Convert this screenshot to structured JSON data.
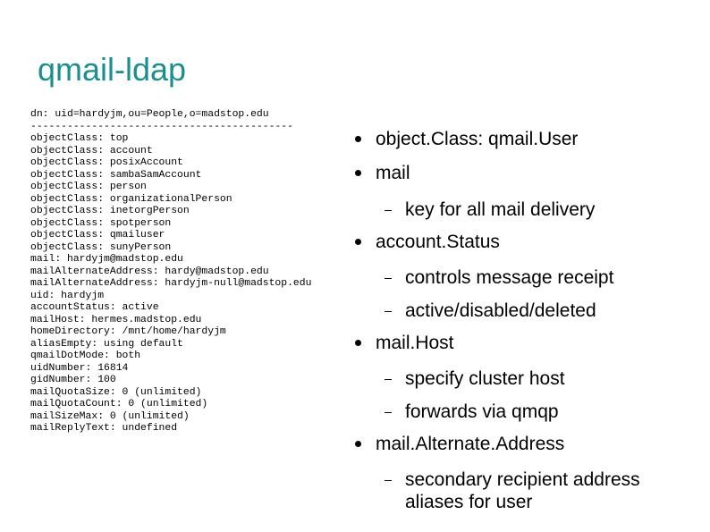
{
  "title": "qmail-ldap",
  "ldif_lines": [
    "dn: uid=hardyjm,ou=People,o=madstop.edu",
    "-------------------------------------------",
    "objectClass: top",
    "objectClass: account",
    "objectClass: posixAccount",
    "objectClass: sambaSamAccount",
    "objectClass: person",
    "objectClass: organizationalPerson",
    "objectClass: inetorgPerson",
    "objectClass: spotperson",
    "objectClass: qmailuser",
    "objectClass: sunyPerson",
    "mail: hardyjm@madstop.edu",
    "mailAlternateAddress: hardy@madstop.edu",
    "mailAlternateAddress: hardyjm-null@madstop.edu",
    "uid: hardyjm",
    "accountStatus: active",
    "mailHost: hermes.madstop.edu",
    "homeDirectory: /mnt/home/hardyjm",
    "aliasEmpty: using default",
    "qmailDotMode: both",
    "uidNumber: 16814",
    "gidNumber: 100",
    "mailQuotaSize: 0 (unlimited)",
    "mailQuotaCount: 0 (unlimited)",
    "mailSizeMax: 0 (unlimited)",
    "mailReplyText: undefined"
  ],
  "bullets": [
    {
      "text": "object.Class: qmail.User",
      "subs": []
    },
    {
      "text": "mail",
      "subs": [
        "key for all mail delivery"
      ]
    },
    {
      "text": "account.Status",
      "subs": [
        "controls message receipt",
        "active/disabled/deleted"
      ]
    },
    {
      "text": "mail.Host",
      "subs": [
        "specify cluster host",
        "forwards via qmqp"
      ]
    },
    {
      "text": "mail.Alternate.Address",
      "subs": [
        "secondary recipient address aliases for user"
      ]
    }
  ]
}
